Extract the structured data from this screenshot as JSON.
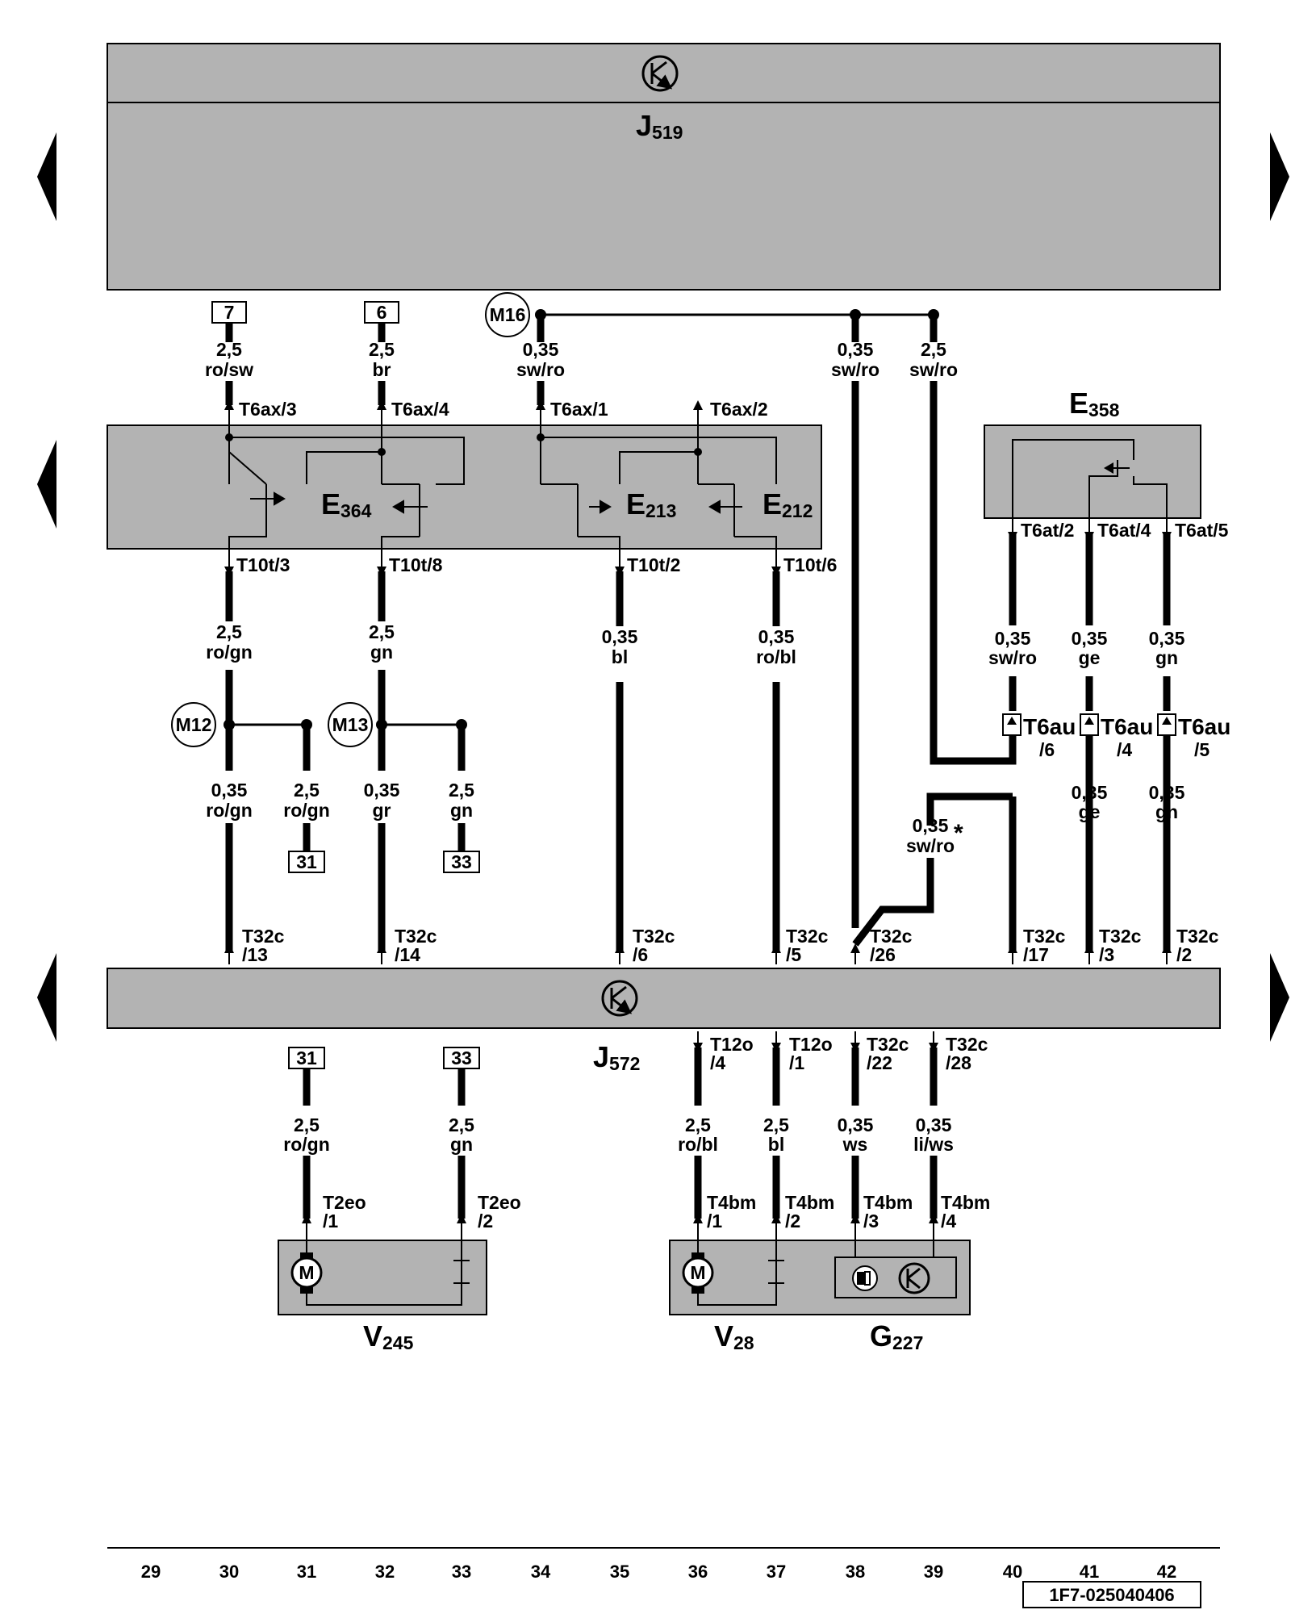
{
  "components": {
    "j519": {
      "name": "J",
      "sub": "519"
    },
    "j572": {
      "name": "J",
      "sub": "572"
    },
    "e364": {
      "name": "E",
      "sub": "364"
    },
    "e213": {
      "name": "E",
      "sub": "213"
    },
    "e212": {
      "name": "E",
      "sub": "212"
    },
    "e358": {
      "name": "E",
      "sub": "358"
    },
    "v245": {
      "name": "V",
      "sub": "245"
    },
    "v28": {
      "name": "V",
      "sub": "28"
    },
    "g227": {
      "name": "G",
      "sub": "227"
    },
    "motor_symbol": "M"
  },
  "ground_points": [
    "M16",
    "M12",
    "M13"
  ],
  "ref_boxes": {
    "top": [
      "7",
      "6"
    ],
    "mid": [
      "31",
      "33"
    ],
    "low": [
      "31",
      "33"
    ]
  },
  "connectors": {
    "t6ax": [
      "T6ax/3",
      "T6ax/4",
      "T6ax/1",
      "T6ax/2"
    ],
    "t10t": [
      "T10t/3",
      "T10t/8",
      "T10t/2",
      "T10t/6"
    ],
    "t6at": [
      "T6at/2",
      "T6at/4",
      "T6at/5"
    ],
    "t6au": [
      {
        "name": "T6au",
        "pin": "/6"
      },
      {
        "name": "T6au",
        "pin": "/4"
      },
      {
        "name": "T6au",
        "pin": "/5"
      }
    ],
    "t32c_top": [
      {
        "name": "T32c",
        "pin": "/13"
      },
      {
        "name": "T32c",
        "pin": "/14"
      },
      {
        "name": "T32c",
        "pin": "/6"
      },
      {
        "name": "T32c",
        "pin": "/5"
      },
      {
        "name": "T32c",
        "pin": "/26"
      },
      {
        "name": "T32c",
        "pin": "/17"
      },
      {
        "name": "T32c",
        "pin": "/3"
      },
      {
        "name": "T32c",
        "pin": "/2"
      }
    ],
    "t12o": [
      {
        "name": "T12o",
        "pin": "/4"
      },
      {
        "name": "T12o",
        "pin": "/1"
      }
    ],
    "t32c_bottom": [
      {
        "name": "T32c",
        "pin": "/22"
      },
      {
        "name": "T32c",
        "pin": "/28"
      }
    ],
    "t2eo": [
      {
        "name": "T2eo",
        "pin": "/1"
      },
      {
        "name": "T2eo",
        "pin": "/2"
      }
    ],
    "t4bm": [
      {
        "name": "T4bm",
        "pin": "/1"
      },
      {
        "name": "T4bm",
        "pin": "/2"
      },
      {
        "name": "T4bm",
        "pin": "/3"
      },
      {
        "name": "T4bm",
        "pin": "/4"
      }
    ]
  },
  "wire_specs": {
    "top": [
      {
        "size": "2,5",
        "color": "ro/sw"
      },
      {
        "size": "2,5",
        "color": "br"
      },
      {
        "size": "0,35",
        "color": "sw/ro"
      },
      {
        "size": "0,35",
        "color": "sw/ro"
      },
      {
        "size": "2,5",
        "color": "sw/ro"
      }
    ],
    "mid": [
      {
        "size": "2,5",
        "color": "ro/gn"
      },
      {
        "size": "2,5",
        "color": "gn"
      },
      {
        "size": "0,35",
        "color": "bl"
      },
      {
        "size": "0,35",
        "color": "ro/bl"
      }
    ],
    "e358": [
      {
        "size": "0,35",
        "color": "sw/ro"
      },
      {
        "size": "0,35",
        "color": "ge"
      },
      {
        "size": "0,35",
        "color": "gn"
      }
    ],
    "ground_branch": [
      {
        "size": "0,35",
        "color": "ro/gn"
      },
      {
        "size": "2,5",
        "color": "ro/gn"
      },
      {
        "size": "0,35",
        "color": "gr"
      },
      {
        "size": "2,5",
        "color": "gn"
      }
    ],
    "t6au_out": [
      {
        "size": "0,35",
        "color": "ge"
      },
      {
        "size": "0,35",
        "color": "gn"
      }
    ],
    "star": {
      "size": "0,35",
      "color": "sw/ro",
      "mark": "*"
    },
    "bottom": [
      {
        "size": "2,5",
        "color": "ro/gn"
      },
      {
        "size": "2,5",
        "color": "gn"
      },
      {
        "size": "2,5",
        "color": "ro/bl"
      },
      {
        "size": "2,5",
        "color": "bl"
      },
      {
        "size": "0,35",
        "color": "ws"
      },
      {
        "size": "0,35",
        "color": "li/ws"
      }
    ]
  },
  "columns": [
    "29",
    "30",
    "31",
    "32",
    "33",
    "34",
    "35",
    "36",
    "37",
    "38",
    "39",
    "40",
    "41",
    "42"
  ],
  "doc_code": "1F7-025040406"
}
